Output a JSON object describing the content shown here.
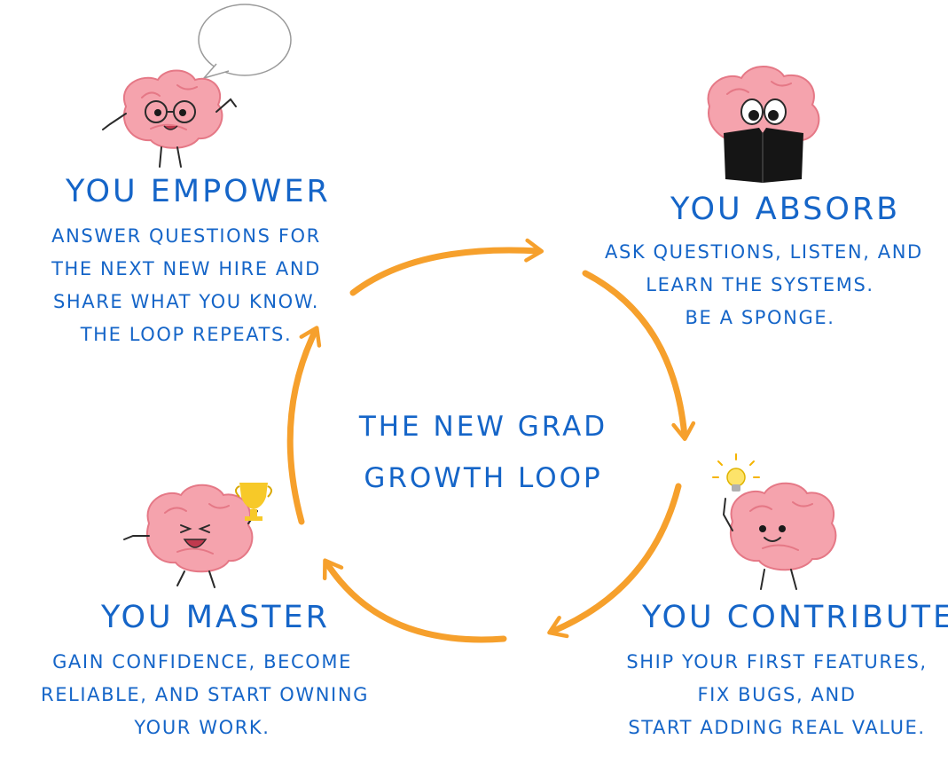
{
  "colors": {
    "text_blue": "#1565c8",
    "arrow_orange": "#f6a02c",
    "brain_pink": "#f5a3ad",
    "brain_outline": "#e57886",
    "trophy_gold": "#f7c928",
    "bulb_yellow": "#fde36a",
    "book_black": "#151515"
  },
  "title": {
    "line1": "THE NEW GRAD",
    "line2": "GROWTH LOOP"
  },
  "stages": {
    "absorb": {
      "title": "YOU ABSORB",
      "lines": [
        "ASK QUESTIONS, LISTEN, AND",
        "LEARN THE SYSTEMS.",
        "BE A SPONGE."
      ],
      "icon": "reading-brain-icon"
    },
    "contribute": {
      "title": "YOU CONTRIBUTE",
      "lines": [
        "SHIP YOUR FIRST FEATURES,",
        "FIX BUGS, AND",
        "START ADDING REAL VALUE."
      ],
      "icon": "lightbulb-brain-icon"
    },
    "master": {
      "title": "YOU MASTER",
      "lines": [
        "GAIN CONFIDENCE, BECOME",
        "RELIABLE, AND START OWNING",
        "YOUR WORK."
      ],
      "icon": "trophy-brain-icon"
    },
    "empower": {
      "title": "YOU EMPOWER",
      "lines": [
        "ANSWER QUESTIONS FOR",
        "THE NEXT NEW HIRE AND",
        "SHARE WHAT YOU KNOW.",
        "THE LOOP REPEATS."
      ],
      "icon": "talking-brain-icon"
    }
  }
}
